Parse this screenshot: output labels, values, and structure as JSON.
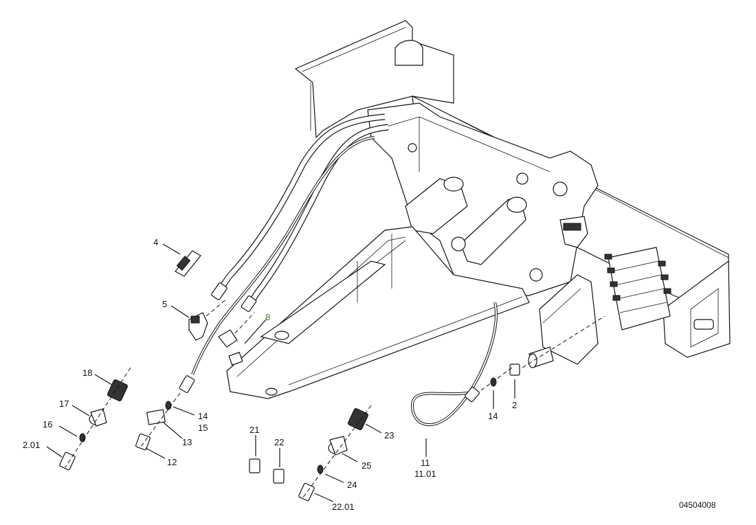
{
  "drawing_number": "04504008",
  "callouts": {
    "c2": "2",
    "c4": "4",
    "c5": "5",
    "c8": "8",
    "c11": "11",
    "c11_01": "11.01",
    "c12": "12",
    "c13": "13",
    "c14a": "14",
    "c15": "15",
    "c14b": "14",
    "c16": "16",
    "c17": "17",
    "c18": "18",
    "c21": "21",
    "c22": "22",
    "c22_01a": "2.01",
    "c22_01b": "22.01",
    "c23": "23",
    "c24": "24",
    "c25": "25"
  },
  "colors": {
    "ink": "#111111",
    "highlight": "#3a8a2a",
    "paper": "#ffffff"
  }
}
